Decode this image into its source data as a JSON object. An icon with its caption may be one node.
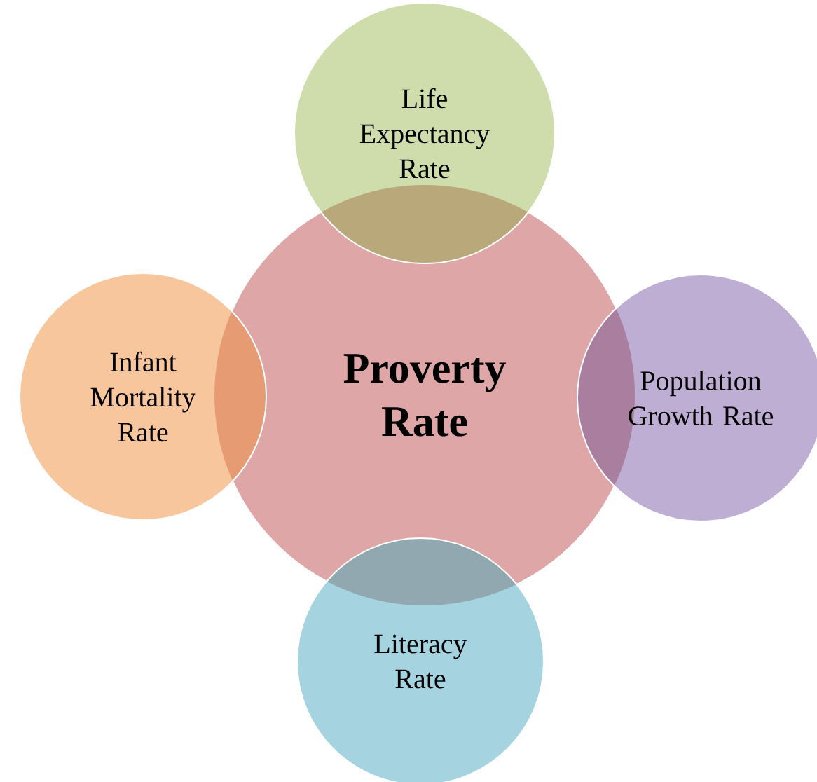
{
  "diagram": {
    "nodes": [
      {
        "text": [
          "Life Expectancy Rate"
        ]
      },
      {
        "text": [
          "Infant Mortality Rate"
        ]
      },
      {
        "text": [
          "Proverty Rate"
        ]
      },
      {
        "text": [
          "Population Growth Rate"
        ]
      },
      {
        "text": [
          "Literacy Rate"
        ]
      }
    ]
  }
}
